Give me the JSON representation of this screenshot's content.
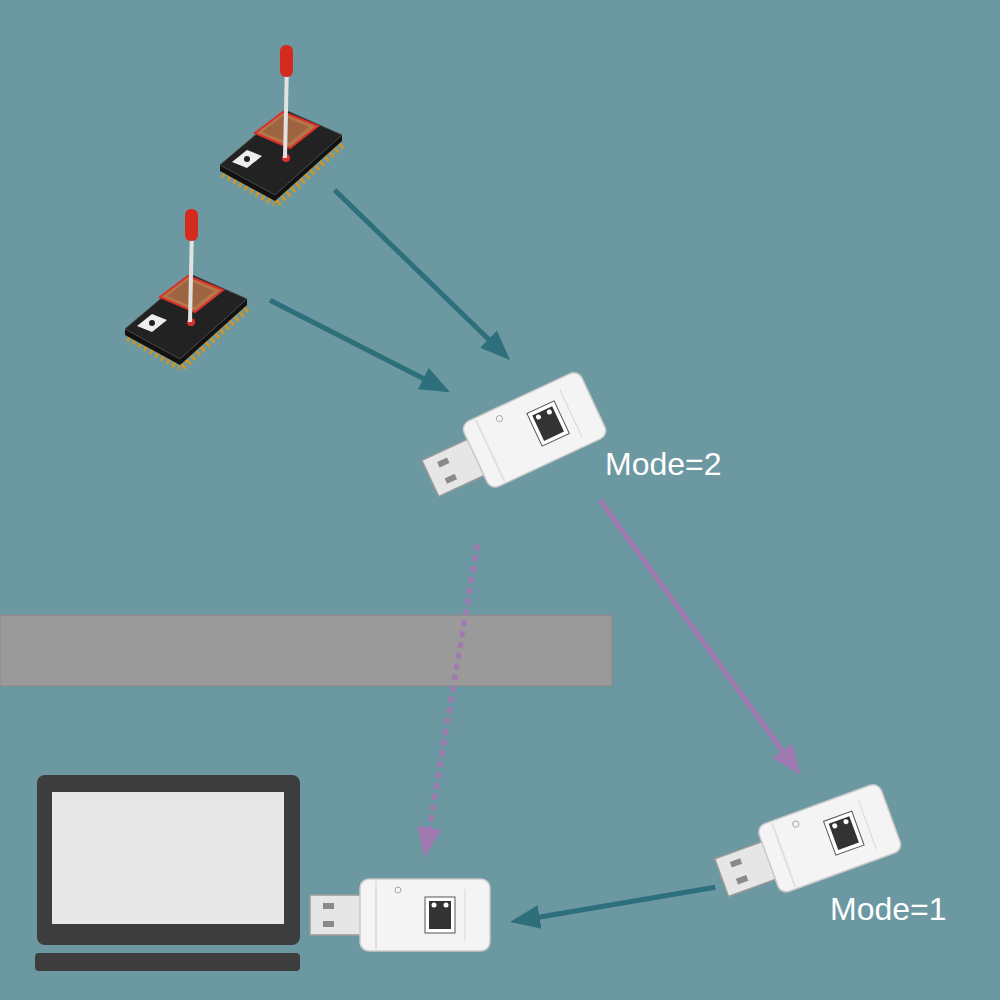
{
  "diagram": {
    "nodes": [
      {
        "text": []
      },
      {
        "text": []
      },
      {
        "text": [
          "Mode=2"
        ]
      },
      {
        "text": [
          "Mode=1"
        ]
      },
      {
        "text": []
      }
    ],
    "edges": [
      {
        "from": 0,
        "to": 2,
        "arrow": "to"
      },
      {
        "from": 1,
        "to": 2,
        "arrow": "to"
      },
      {
        "from": 2,
        "to": 3,
        "arrow": "to"
      },
      {
        "from": 2,
        "to": 4,
        "arrow": "to"
      },
      {
        "from": 3,
        "to": 4,
        "arrow": "to"
      }
    ]
  }
}
